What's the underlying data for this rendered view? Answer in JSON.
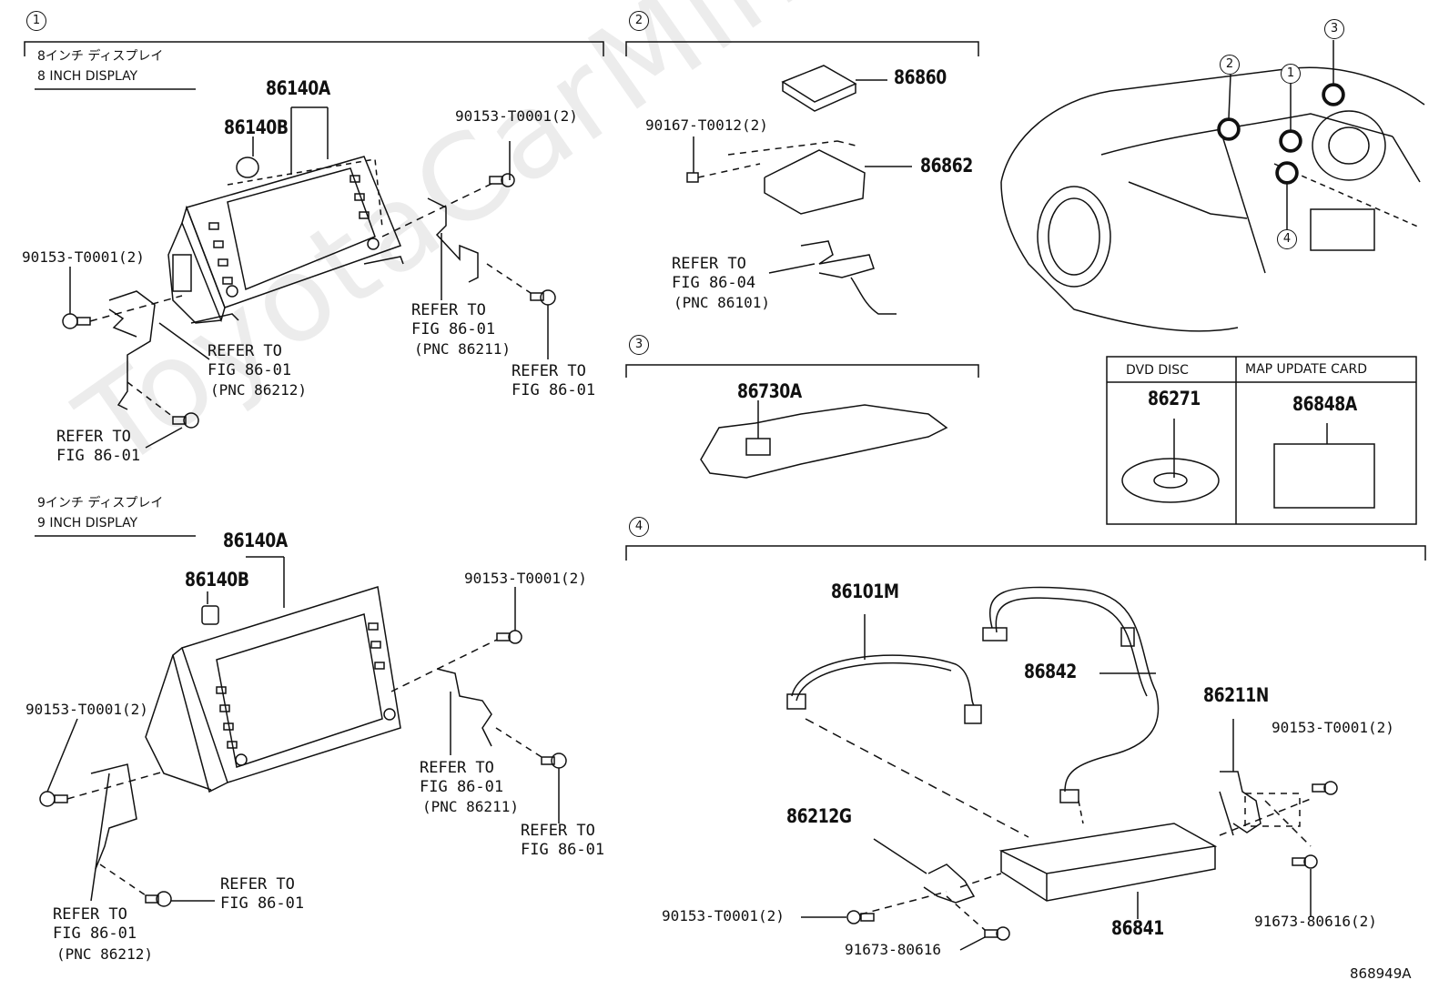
{
  "sections": [
    {
      "number": "1"
    },
    {
      "number": "2"
    },
    {
      "number": "3"
    },
    {
      "number": "4"
    }
  ],
  "locator": {
    "markers": [
      "1",
      "2",
      "3",
      "4"
    ]
  },
  "section1": {
    "display8": {
      "title_jp": "8インチ ディスプレイ",
      "title_en": "8 INCH DISPLAY",
      "part_86140a": "86140A",
      "part_86140b": "86140B",
      "bolt_right": "90153-T0001(2)",
      "bolt_left": "90153-T0001(2)",
      "refer_center": [
        "REFER TO",
        "FIG 86-01",
        "(PNC 86211)"
      ],
      "refer_left": [
        "REFER TO",
        "FIG 86-01",
        "(PNC 86212)"
      ],
      "refer_right": [
        "REFER TO",
        "FIG 86-01"
      ],
      "refer_bottom": [
        "REFER TO",
        "FIG 86-01"
      ]
    },
    "display9": {
      "title_jp": "9インチ ディスプレイ",
      "title_en": "9 INCH DISPLAY",
      "part_86140a": "86140A",
      "part_86140b": "86140B",
      "bolt_right": "90153-T0001(2)",
      "bolt_left": "90153-T0001(2)",
      "refer_center": [
        "REFER TO",
        "FIG 86-01",
        "(PNC 86211)"
      ],
      "refer_right": [
        "REFER TO",
        "FIG 86-01"
      ],
      "refer_bottom": [
        "REFER TO",
        "FIG 86-01"
      ],
      "refer_left": [
        "REFER TO",
        "FIG 86-01",
        "(PNC 86212)"
      ]
    }
  },
  "section2": {
    "part_86860": "86860",
    "screw": "90167-T0012(2)",
    "part_86862": "86862",
    "refer": [
      "REFER TO",
      "FIG 86-04",
      "(PNC 86101)"
    ]
  },
  "section3": {
    "part": "86730A"
  },
  "media_table": {
    "headers": [
      "DVD DISC",
      "MAP UPDATE CARD"
    ],
    "parts": [
      "86271",
      "86848A"
    ]
  },
  "section4": {
    "part_86101m": "86101M",
    "part_86842": "86842",
    "part_86211n": "86211N",
    "bolt_right": "90153-T0001(2)",
    "part_86212g": "86212G",
    "bolt_left": "90153-T0001(2)",
    "part_86841": "86841",
    "screw_bottom": "91673-80616",
    "screw_right": "91673-80616(2)"
  },
  "watermark": "ToyotaCarMine",
  "figure_code": "868949A"
}
